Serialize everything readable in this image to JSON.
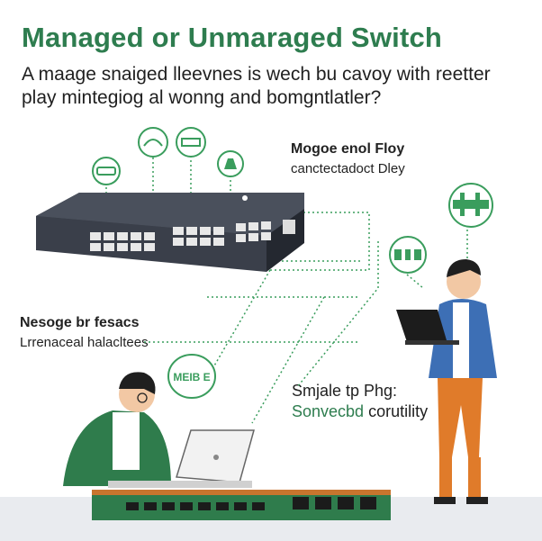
{
  "title": "Managed or Unmaraged Switch",
  "subtitle": "A maage snaiged lleevnes is wech bu cavoy with reetter play mintegiog al wonng and bomgntlatler?",
  "callouts": {
    "top_right": {
      "heading": "Mogoe enol Floy",
      "body": "canctectadoct Dley"
    },
    "left": {
      "heading": "Nesoge br fesacs",
      "body": "Lrrenaceal halacltees"
    },
    "middle": {
      "line1": "Smjale tp Phg:",
      "line2_highlight": "Sonvecbd",
      "line2_rest": " corutility"
    }
  },
  "bubble_text": "MEIB E",
  "icons": [
    "router-icon",
    "signal-icon",
    "link-icon",
    "hand-icon",
    "port-icon",
    "plug-icon"
  ],
  "colors": {
    "accent": "#2e7d4f",
    "icon_green": "#3a9d5d",
    "switch_body": "#3a3f4a",
    "shirt_orange": "#e07b2a",
    "jacket_blue": "#3d6fb5"
  }
}
